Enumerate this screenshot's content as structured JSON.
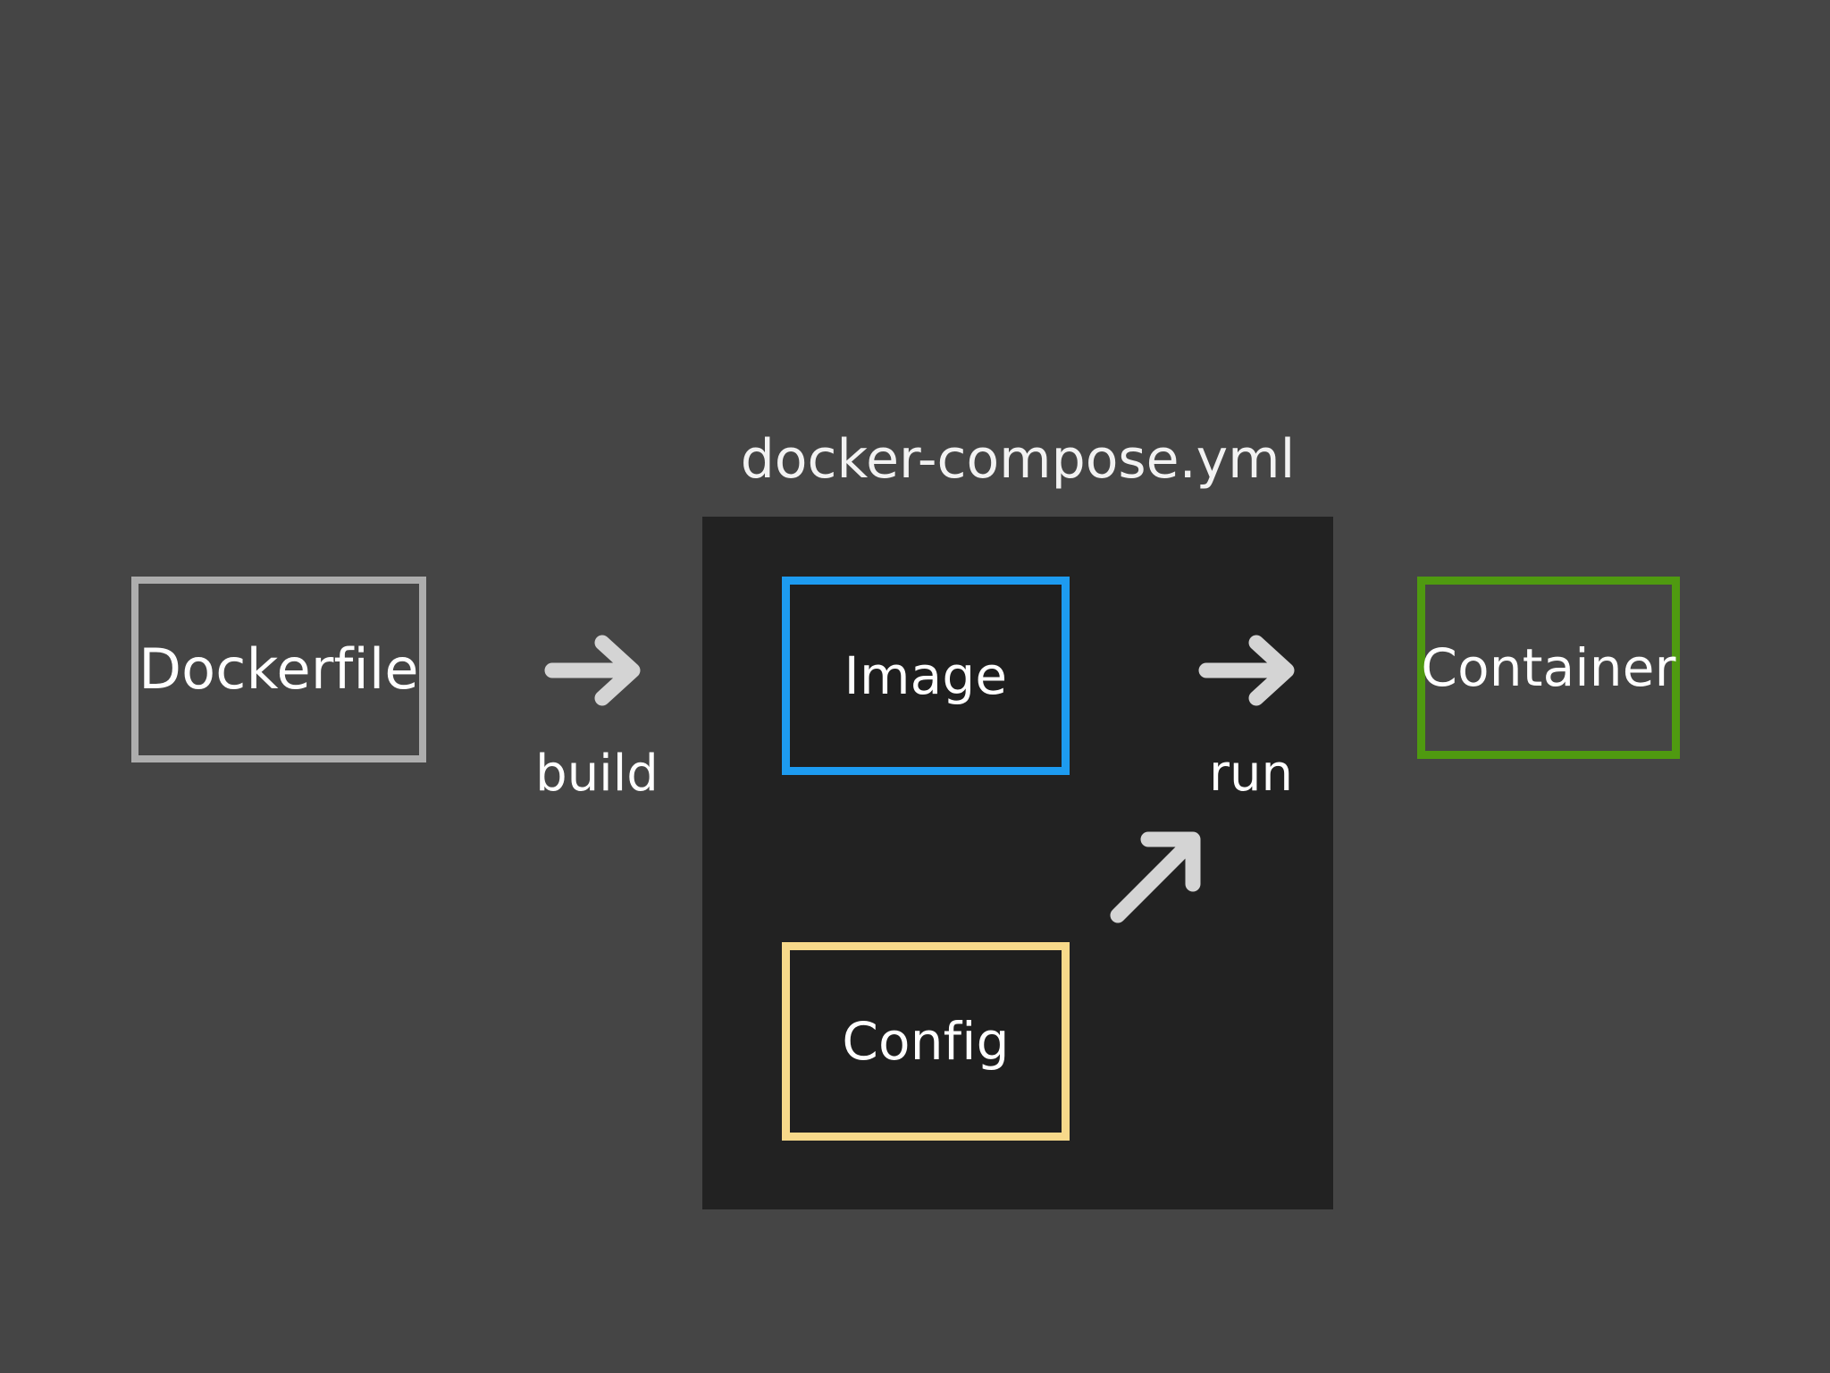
{
  "diagram": {
    "title_text": "docker-compose.yml",
    "background_color": "#454545",
    "panel_color": "#222222",
    "nodes": [
      {
        "id": "dockerfile",
        "label": "Dockerfile",
        "border_color": "#adadad",
        "fill_color": "#454545",
        "text_color": "#ffffff"
      },
      {
        "id": "image",
        "label": "Image",
        "border_color": "#1d9bf0",
        "fill_color": "#1f1f1f",
        "text_color": "#ffffff"
      },
      {
        "id": "config",
        "label": "Config",
        "border_color": "#f7d98a",
        "fill_color": "#1f1f1f",
        "text_color": "#ffffff"
      },
      {
        "id": "container",
        "label": "Container",
        "border_color": "#4f9a10",
        "fill_color": "#454545",
        "text_color": "#ffffff"
      }
    ],
    "edges": [
      {
        "id": "build",
        "label": "build",
        "from": "dockerfile",
        "to": "image",
        "arrow_icon": "arrow-right-icon",
        "arrow_color": "#d4d4d4"
      },
      {
        "id": "run",
        "label": "run",
        "from": "image",
        "to": "container",
        "arrow_icon": "arrow-right-icon",
        "arrow_color": "#d4d4d4"
      },
      {
        "id": "config-feed",
        "label": "",
        "from": "config",
        "to": "container",
        "arrow_icon": "arrow-up-right-icon",
        "arrow_color": "#d4d4d4"
      }
    ],
    "panel": {
      "id": "compose",
      "title": "docker-compose.yml",
      "contains": [
        "image",
        "config"
      ]
    }
  }
}
